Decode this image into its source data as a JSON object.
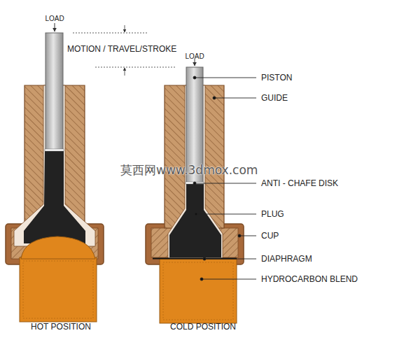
{
  "diagram": {
    "labels": [
      "LOAD",
      "MOTION / TRAVEL/STROKE",
      "LOAD",
      "PISTON",
      "GUIDE",
      "莫西网www.3dmox.com",
      "ANTI - CHAFE DISK",
      "PLUG",
      "CUP",
      "DIAPHRAGM",
      "HYDROCARBON BLEND",
      "HOT POSITION",
      "COLD POSITION"
    ]
  }
}
